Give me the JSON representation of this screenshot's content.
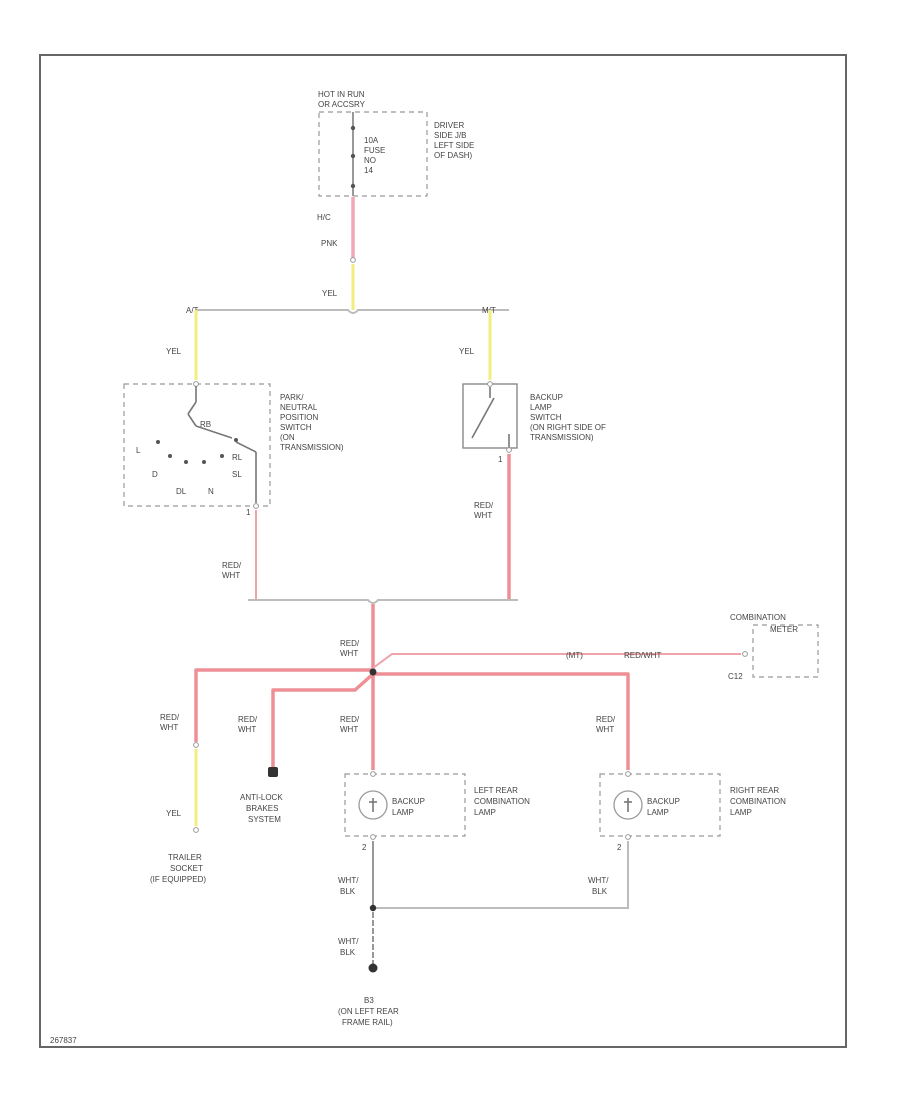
{
  "labels": {
    "hot_in_run": "HOT IN RUN",
    "or_accsry": "OR ACCSRY",
    "fuse_amp": "10A",
    "fuse_word": "FUSE",
    "fuse_num": "NO",
    "fuse_id": "14",
    "fuse_box_1": "DRIVER",
    "fuse_box_2": "SIDE J/B",
    "fuse_box_3": "LEFT SIDE",
    "fuse_box_4": "OF DASH)",
    "conn_fuse_out": "H/C",
    "wire_pnk": "PNK",
    "wire_yel_top": "YEL",
    "at": "A/T",
    "mt": "M/T",
    "wire_yel_left": "YEL",
    "wire_yel_right": "YEL",
    "pnp_1": "PARK/",
    "pnp_2": "NEUTRAL",
    "pnp_3": "POSITION",
    "pnp_4": "SWITCH",
    "pnp_5": "(ON",
    "pnp_6": "TRANSMISSION)",
    "pos_r": "RB",
    "pos_d": "D",
    "pos_dl": "DL",
    "pos_n": "N",
    "pos_sl": "SL",
    "pos_rl": "RL",
    "pos_l": "L",
    "backup_sw_1": "BACKUP",
    "backup_sw_2": "LAMP",
    "backup_sw_3": "SWITCH",
    "backup_sw_4": "(ON RIGHT SIDE OF",
    "backup_sw_5": "TRANSMISSION)",
    "wire_redwht_pnp_1": "RED/",
    "wire_redwht_pnp_2": "WHT",
    "wire_redwht_bus_1": "RED/",
    "wire_redwht_bus_2": "WHT",
    "wire_redwht_center_1": "RED/",
    "wire_redwht_center_2": "WHT",
    "combination_meter_1": "COMBINATION",
    "combination_meter_2": "METER",
    "meter_wire_a": "(MT)",
    "meter_wire_b": "RED/WHT",
    "meter_conn": "C12",
    "wire_redwht_trailer_1": "RED/",
    "wire_redwht_trailer_2": "WHT",
    "wire_redwht_abs_1": "RED/",
    "wire_redwht_abs_2": "WHT",
    "wire_redwht_lrc_1": "RED/",
    "wire_redwht_lrc_2": "WHT",
    "wire_redwht_rrc_1": "RED/",
    "wire_redwht_rrc_2": "WHT",
    "wire_yel_trailer": "YEL",
    "abs_1": "ANTI-LOCK",
    "abs_2": "BRAKES",
    "abs_3": "SYSTEM",
    "backup_lamp_l_1": "BACKUP",
    "backup_lamp_l_2": "LAMP",
    "left_rear_1": "LEFT REAR",
    "left_rear_2": "COMBINATION",
    "left_rear_3": "LAMP",
    "backup_lamp_r_1": "BACKUP",
    "backup_lamp_r_2": "LAMP",
    "right_rear_1": "RIGHT REAR",
    "right_rear_2": "COMBINATION",
    "right_rear_3": "LAMP",
    "trailer_1": "TRAILER",
    "trailer_2": "SOCKET",
    "trailer_3": "(IF EQUIPPED)",
    "wire_whtblk_l_1": "WHT/",
    "wire_whtblk_l_2": "BLK",
    "wire_whtblk_r_1": "WHT/",
    "wire_whtblk_r_2": "BLK",
    "wire_whtblk_gnd_1": "WHT/",
    "wire_whtblk_gnd_2": "BLK",
    "ground_1": "B3",
    "ground_2": "(ON LEFT REAR",
    "ground_3": "FRAME RAIL)",
    "pin_num_pnp": "1",
    "pin_num_bsw": "1",
    "pin_num_lamp_l": "2",
    "pin_num_lamp_r": "2",
    "figure_id": "267837"
  },
  "colors": {
    "red_wht": "#ee8f96",
    "yel": "#f2ee7e",
    "pnk": "#f2a8b4",
    "wht_blk": "#999999",
    "ground": "#bcbcbc"
  }
}
